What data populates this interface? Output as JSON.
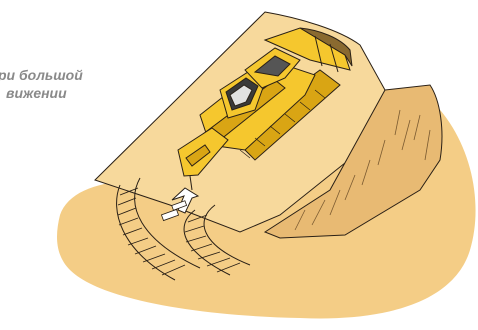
{
  "caption": {
    "line1": "ри большой",
    "line2": "вижении"
  },
  "colors": {
    "ground": "#f4cd86",
    "slope_top": "#f7d99c",
    "slope_shadow": "#e8ba73",
    "machine": "#f5c72e",
    "machine_dark": "#d9a514",
    "outline": "#2a2016",
    "arrow": "#ffffff",
    "caption": "#8a8a8a"
  },
  "icons": [
    "bulldozer-icon",
    "ripper-icon",
    "direction-arrow-icon",
    "track-marks"
  ]
}
